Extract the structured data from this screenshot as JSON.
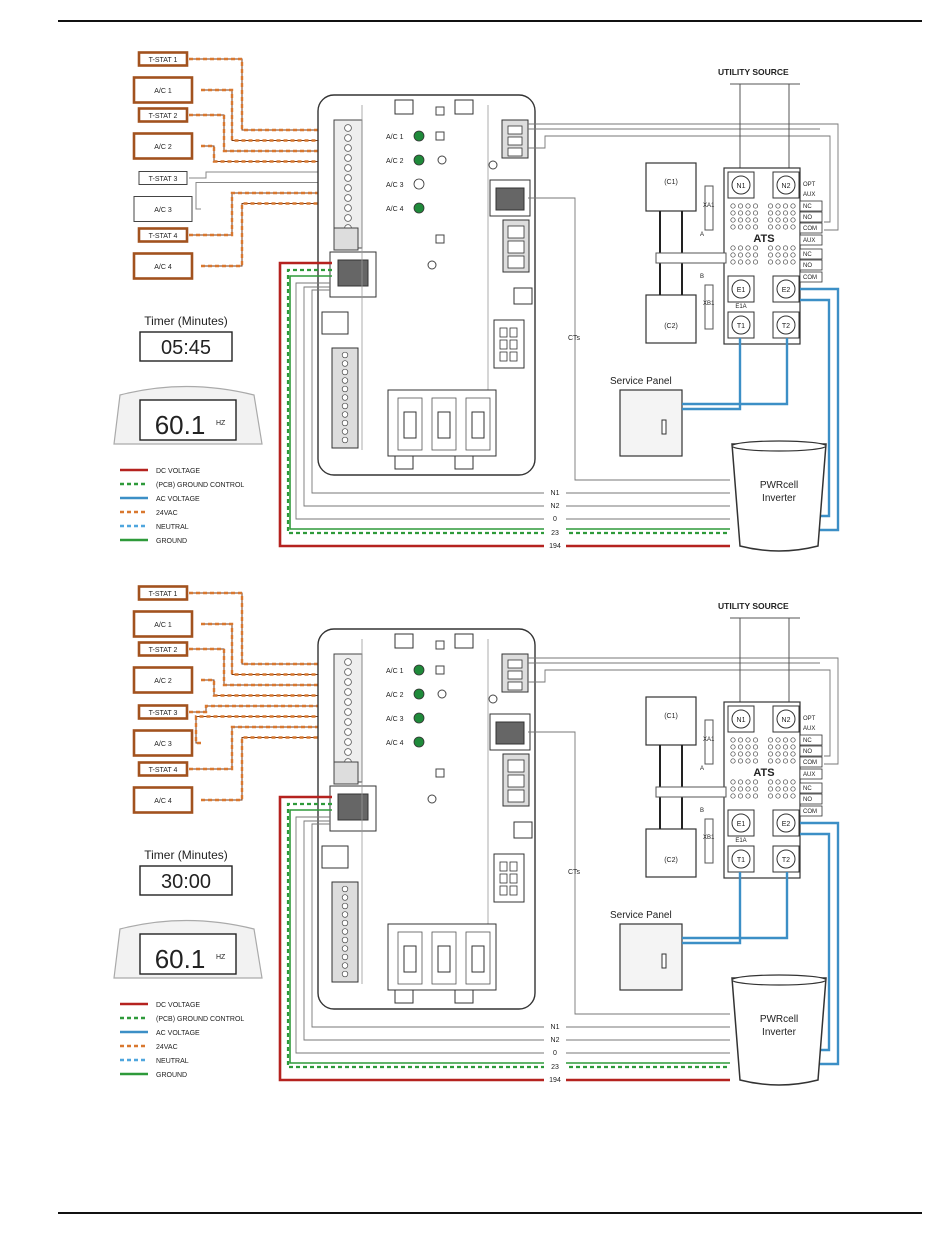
{
  "colors": {
    "dc_voltage": "#b5221f",
    "ground_control": "#2e9a3a",
    "ac_voltage": "#3c8fc6",
    "vac24": "#d9782f",
    "neutral": "#4fa6de",
    "ground": "#2e9a3a",
    "tstat_box": "#a2521e",
    "led": "#1f8a3a"
  },
  "diagrams": [
    {
      "tstats": [
        "T-STAT 1",
        "A/C 1",
        "T-STAT 2",
        "A/C 2",
        "T-STAT 3",
        "A/C 3",
        "T-STAT 4",
        "A/C 4"
      ],
      "ac_labels": [
        "A/C 1",
        "A/C 2",
        "A/C 3",
        "A/C 4"
      ],
      "timer_title": "Timer (Minutes)",
      "timer_value": "05:45",
      "freq_value": "60.1",
      "freq_unit": "HZ",
      "utility_source": "UTILITY SOURCE",
      "ats": "ATS",
      "cts": "CTs",
      "service_panel": "Service Panel",
      "inverter": [
        "PWRcell",
        "Inverter"
      ],
      "wire_labels": [
        "N1",
        "N2",
        "0",
        "23",
        "194"
      ],
      "legend": [
        "DC VOLTAGE",
        "(PCB) GROUND CONTROL",
        "AC VOLTAGE",
        "24VAC",
        "NEUTRAL",
        "GROUND"
      ],
      "c_labels": [
        "(C1)",
        "(C2)"
      ],
      "terminals": [
        "N1",
        "N2",
        "E1",
        "E2",
        "T1",
        "T2"
      ],
      "xa1": "XA1",
      "xb1": "XB1",
      "a": "A",
      "b": "B",
      "e1a": "E1A",
      "right_labels": [
        "OPT",
        "AUX",
        "NC",
        "NO",
        "COM",
        "AUX",
        "NC",
        "NO",
        "COM"
      ]
    },
    {
      "tstats": [
        "T-STAT 1",
        "A/C 1",
        "T-STAT 2",
        "A/C 2",
        "T-STAT 3",
        "A/C 3",
        "T-STAT 4",
        "A/C 4"
      ],
      "ac_labels": [
        "A/C 1",
        "A/C 2",
        "A/C 3",
        "A/C 4"
      ],
      "timer_title": "Timer (Minutes)",
      "timer_value": "30:00",
      "freq_value": "60.1",
      "freq_unit": "HZ",
      "utility_source": "UTILITY SOURCE",
      "ats": "ATS",
      "cts": "CTs",
      "service_panel": "Service Panel",
      "inverter": [
        "PWRcell",
        "Inverter"
      ],
      "wire_labels": [
        "N1",
        "N2",
        "0",
        "23",
        "194"
      ],
      "legend": [
        "DC VOLTAGE",
        "(PCB) GROUND CONTROL",
        "AC VOLTAGE",
        "24VAC",
        "NEUTRAL",
        "GROUND"
      ],
      "c_labels": [
        "(C1)",
        "(C2)"
      ],
      "terminals": [
        "N1",
        "N2",
        "E1",
        "E2",
        "T1",
        "T2"
      ],
      "xa1": "XA1",
      "xb1": "XB1",
      "a": "A",
      "b": "B",
      "e1a": "E1A",
      "right_labels": [
        "OPT",
        "AUX",
        "NC",
        "NO",
        "COM",
        "AUX",
        "NC",
        "NO",
        "COM"
      ]
    }
  ]
}
